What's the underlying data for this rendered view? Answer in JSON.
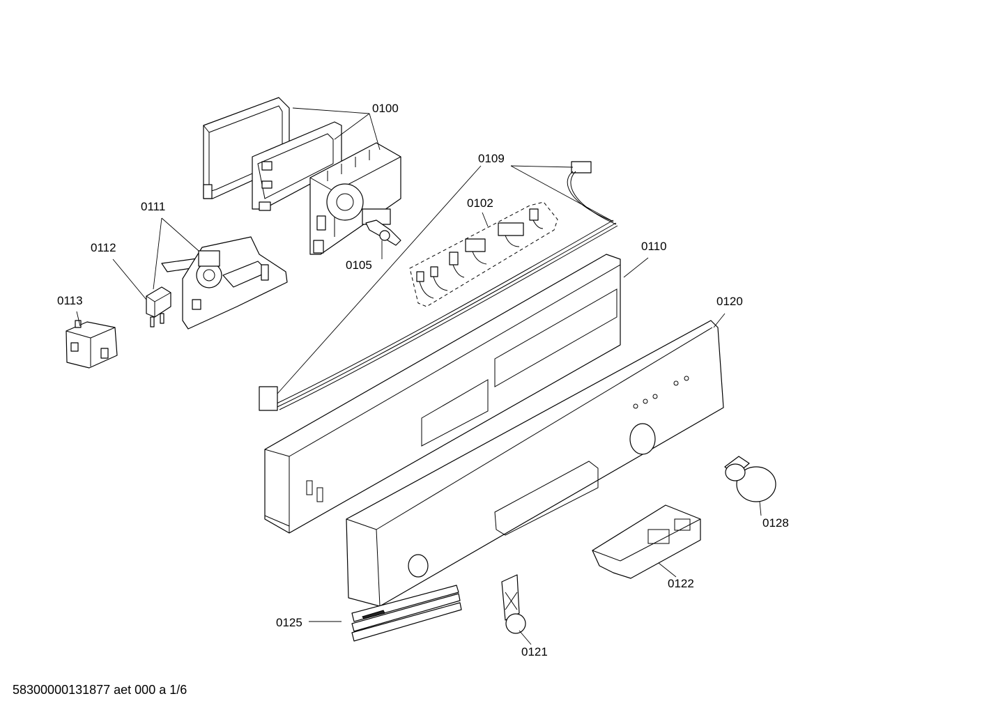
{
  "callouts": {
    "p0100": "0100",
    "p0102": "0102",
    "p0105": "0105",
    "p0109": "0109",
    "p0110": "0110",
    "p0111": "0111",
    "p0112": "0112",
    "p0113": "0113",
    "p0120": "0120",
    "p0121": "0121",
    "p0122": "0122",
    "p0125": "0125",
    "p0128": "0128"
  },
  "footer": "58300000131877 aet 000 a 1/6"
}
